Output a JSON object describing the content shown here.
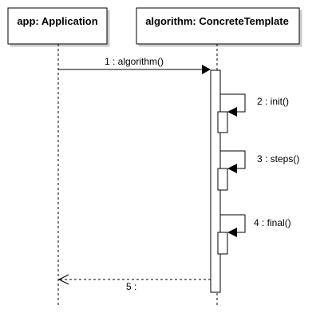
{
  "lifelines": [
    {
      "id": "app",
      "title": "app: Application"
    },
    {
      "id": "algorithm",
      "title": "algorithm: ConcreteTemplate"
    }
  ],
  "messages": [
    {
      "seq": "1",
      "label": "1 : algorithm()",
      "kind": "call",
      "from": "app",
      "to": "algorithm"
    },
    {
      "seq": "2",
      "label": "2 : init()",
      "kind": "self",
      "from": "algorithm",
      "to": "algorithm"
    },
    {
      "seq": "3",
      "label": "3 : steps()",
      "kind": "self",
      "from": "algorithm",
      "to": "algorithm"
    },
    {
      "seq": "4",
      "label": "4 : final()",
      "kind": "self",
      "from": "algorithm",
      "to": "algorithm"
    },
    {
      "seq": "5",
      "label": "5 :",
      "kind": "return",
      "from": "algorithm",
      "to": "app"
    }
  ]
}
